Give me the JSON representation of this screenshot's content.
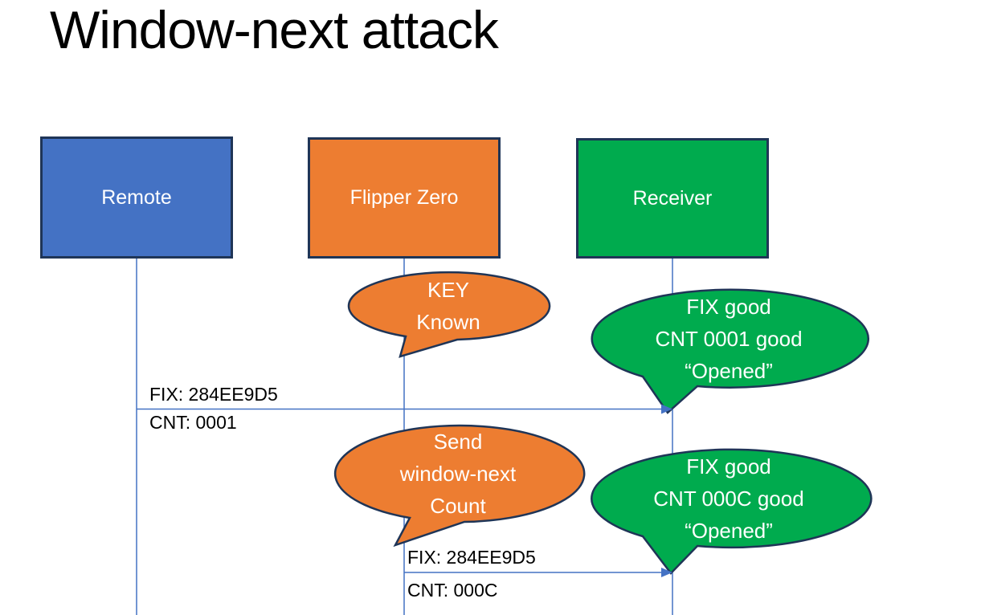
{
  "slide": {
    "title": "Window-next attack"
  },
  "colors": {
    "remote_fill": "#4472C4",
    "flipper_fill": "#ED7D31",
    "receiver_fill": "#00AB4E",
    "shape_border": "#1F3557",
    "connector_blue": "#4472C4",
    "bubble_text": "#FFFFFF",
    "label_text": "#000000"
  },
  "actors": [
    {
      "label": "Remote"
    },
    {
      "label": "Flipper Zero"
    },
    {
      "label": "Receiver"
    }
  ],
  "callouts": [
    {
      "lines": [
        "KEY",
        "Known"
      ]
    },
    {
      "lines": [
        "FIX good",
        "CNT 0001 good",
        "“Opened”"
      ]
    },
    {
      "lines": [
        "Send",
        "window-next",
        "Count"
      ]
    },
    {
      "lines": [
        "FIX good",
        "CNT 000C good",
        "“Opened”"
      ]
    }
  ],
  "messages": [
    {
      "from": "Remote",
      "to": "Receiver",
      "label_top": "FIX: 284EE9D5",
      "label_bottom": "CNT: 0001"
    },
    {
      "from": "Flipper Zero",
      "to": "Receiver",
      "label_top": "FIX: 284EE9D5",
      "label_bottom": "CNT: 000C"
    }
  ]
}
